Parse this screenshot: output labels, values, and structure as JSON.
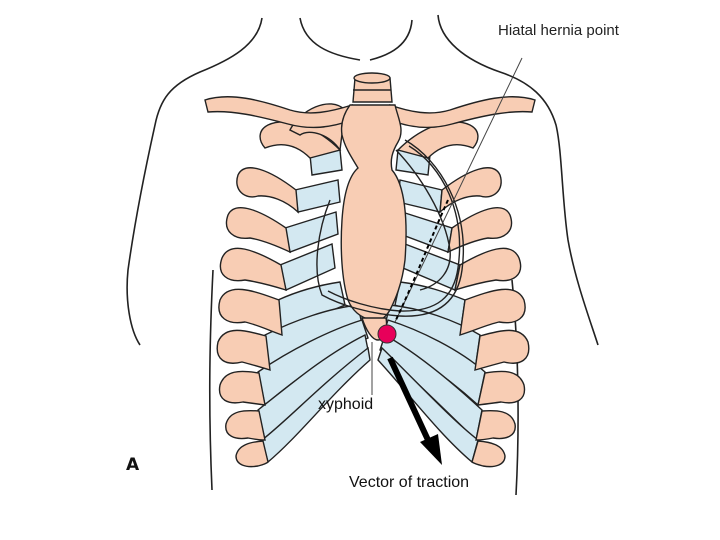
{
  "figure": {
    "panel_letter": "A",
    "labels": {
      "hiatal_hernia_point": "Hiatal hernia point",
      "xyphoid": "xyphoid",
      "vector_of_traction": "Vector of traction"
    },
    "colors": {
      "rib": "#f8cdb4",
      "cartilage": "#d3e8f1",
      "sternum": "#f8cdb4",
      "outline": "#222222",
      "hernia_point": "#e8005a",
      "arrow": "#000000"
    }
  }
}
